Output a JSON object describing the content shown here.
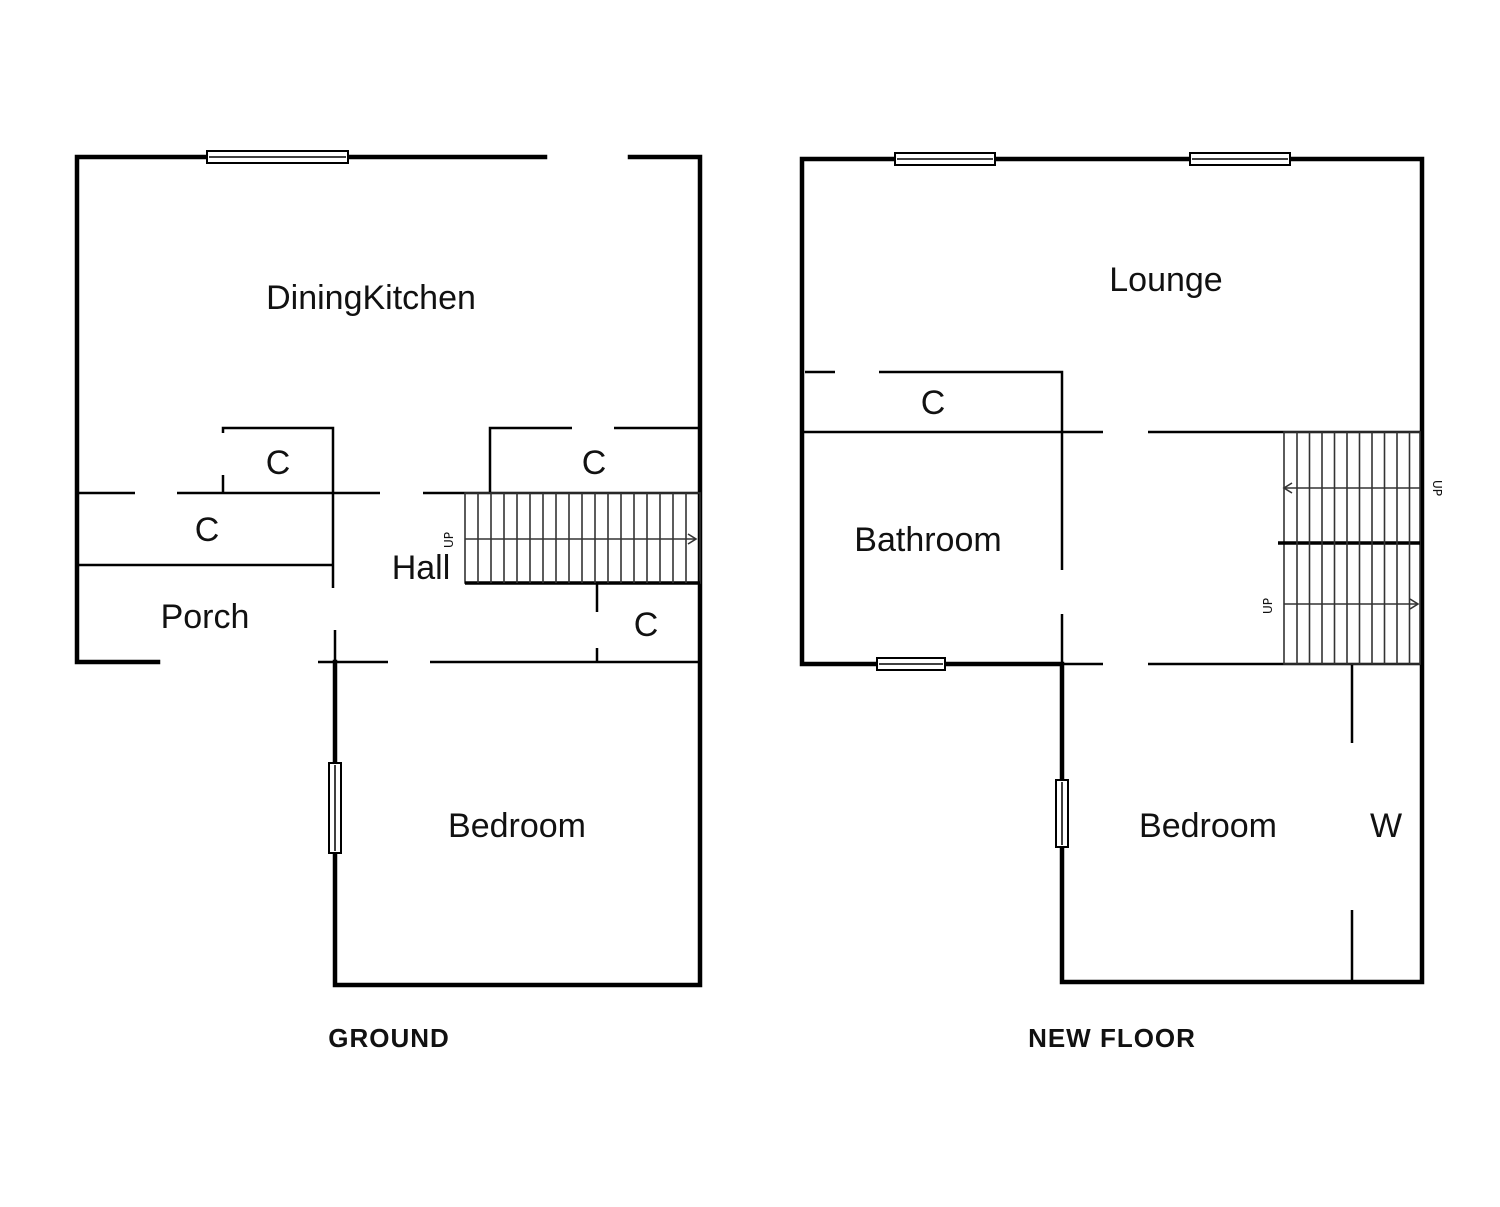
{
  "ground": {
    "title": "GROUND",
    "rooms": {
      "dining_kitchen": "DiningKitchen",
      "cupboard_1": "C",
      "cupboard_2": "C",
      "cupboard_3": "C",
      "cupboard_4": "C",
      "hall": "Hall",
      "porch": "Porch",
      "bedroom": "Bedroom"
    },
    "stair_label": "UP"
  },
  "new_floor": {
    "title": "NEW FLOOR",
    "rooms": {
      "lounge": "Lounge",
      "cupboard": "C",
      "bathroom": "Bathroom",
      "bedroom": "Bedroom",
      "wardrobe": "W"
    },
    "stair_label_upper": "UP",
    "stair_label_lower": "UP"
  }
}
